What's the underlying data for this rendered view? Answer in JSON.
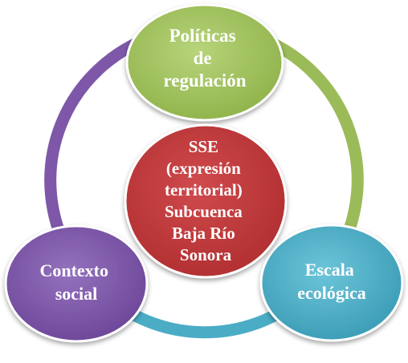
{
  "nodes": {
    "top": {
      "lines": [
        "Políticas",
        "de",
        "regulación"
      ],
      "fill": "#9BBB59"
    },
    "left": {
      "lines": [
        "Contexto",
        "social"
      ],
      "fill": "#7E57A8"
    },
    "right": {
      "lines": [
        "Escala",
        "ecológica"
      ],
      "fill": "#4BACC6"
    },
    "center": {
      "lines": [
        "SSE",
        "(expresión",
        "territorial)",
        "Subcuenca",
        "Baja Río",
        "Sonora"
      ],
      "fill": "#C0393B"
    }
  },
  "ring_arcs": {
    "top_to_right": "#9BBB59",
    "right_to_left": "#4BACC6",
    "left_to_top": "#7E57A8"
  }
}
